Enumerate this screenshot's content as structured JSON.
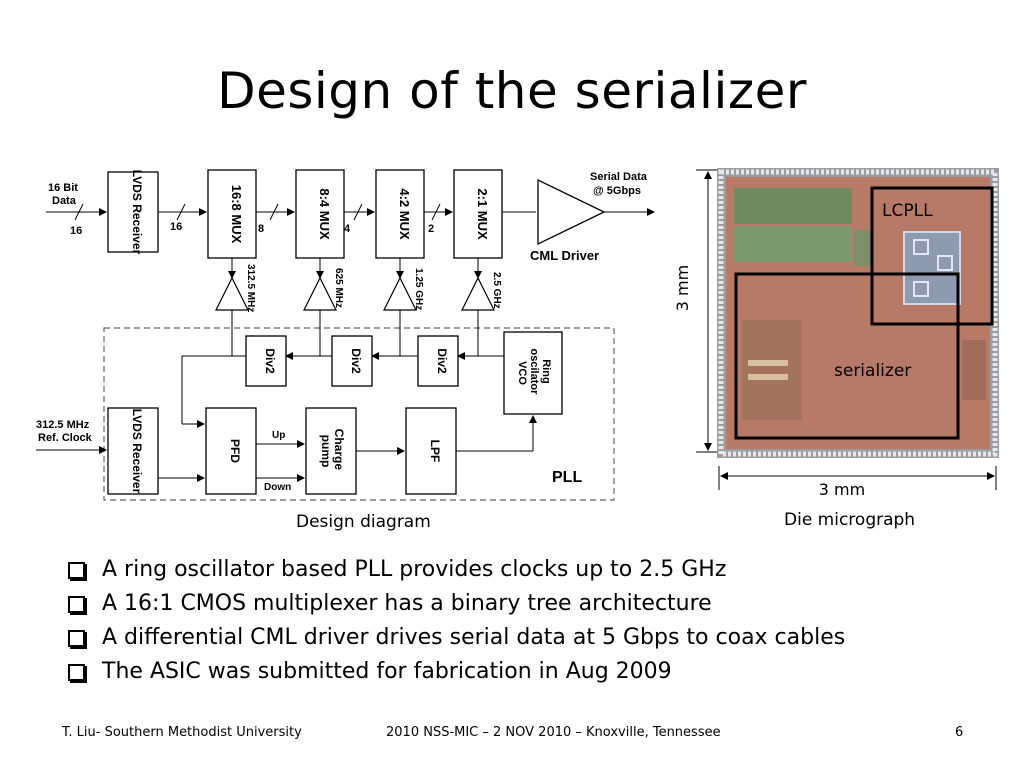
{
  "slide": {
    "title": "Design of the serializer",
    "diagram_caption": "Design diagram",
    "die_caption": "Die micrograph",
    "bullets": [
      "A ring oscillator based PLL provides clocks up to 2.5 GHz",
      "A 16:1 CMOS multiplexer has a binary tree architecture",
      "A differential CML driver drives serial data at 5 Gbps to coax cables",
      "The ASIC was submitted for fabrication in Aug 2009"
    ],
    "footer": {
      "left": "T. Liu- Southern Methodist University",
      "center": "2010 NSS-MIC – 2 NOV 2010 – Knoxville, Tennessee",
      "page": "6"
    }
  },
  "diagram": {
    "input_label_1": "16 Bit",
    "input_label_2": "Data",
    "bus_in": "16",
    "lvds_rx": "LVDS Receiver",
    "bus_16": "16",
    "mux1": "16:8 MUX",
    "bus_8": "8",
    "mux2": "8:4 MUX",
    "bus_4": "4",
    "mux3": "4:2 MUX",
    "bus_2": "2",
    "mux4": "2:1 MUX",
    "serial_1": "Serial Data",
    "serial_2": "@ 5Gbps",
    "cml": "CML Driver",
    "clk1": "312.5 MHz",
    "clk2": "625 MHz",
    "clk3": "1.25 GHz",
    "clk4": "2.5 GHz",
    "div2": "Div2",
    "vco": "Ring oscilator VCO",
    "ref_1": "312.5 MHz",
    "ref_2": "Ref. Clock",
    "lvds_rx2": "LVDS Receiver",
    "pfd": "PFD",
    "up": "Up",
    "down": "Down",
    "cp": "Charge pump",
    "lpf": "LPF",
    "pll": "PLL"
  },
  "die": {
    "dimension_vertical": "3 mm",
    "dimension_horizontal": "3 mm",
    "lcpll_label": "LCPLL",
    "serializer_label": "serializer"
  }
}
